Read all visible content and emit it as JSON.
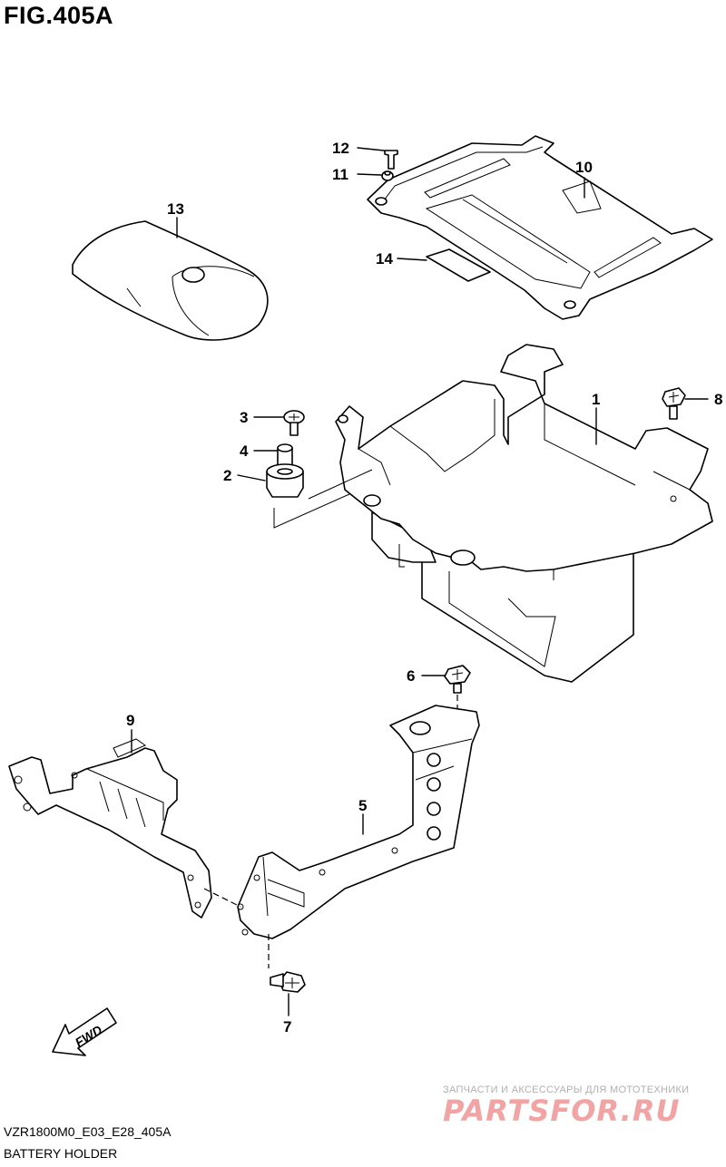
{
  "figure": {
    "title": "FIG.405A",
    "code": "VZR1800M0_E03_E28_405A",
    "name": "BATTERY HOLDER"
  },
  "fwd_label": "FWD",
  "callouts": [
    "1",
    "2",
    "3",
    "4",
    "5",
    "6",
    "7",
    "8",
    "9",
    "10",
    "11",
    "12",
    "13",
    "14"
  ],
  "watermark": {
    "tagline": "ЗАПЧАСТИ И АКСЕССУАРЫ ДЛЯ МОТОТЕХНИКИ",
    "logo": "PARTSFOR.RU",
    "color": "#f2a3a3"
  }
}
